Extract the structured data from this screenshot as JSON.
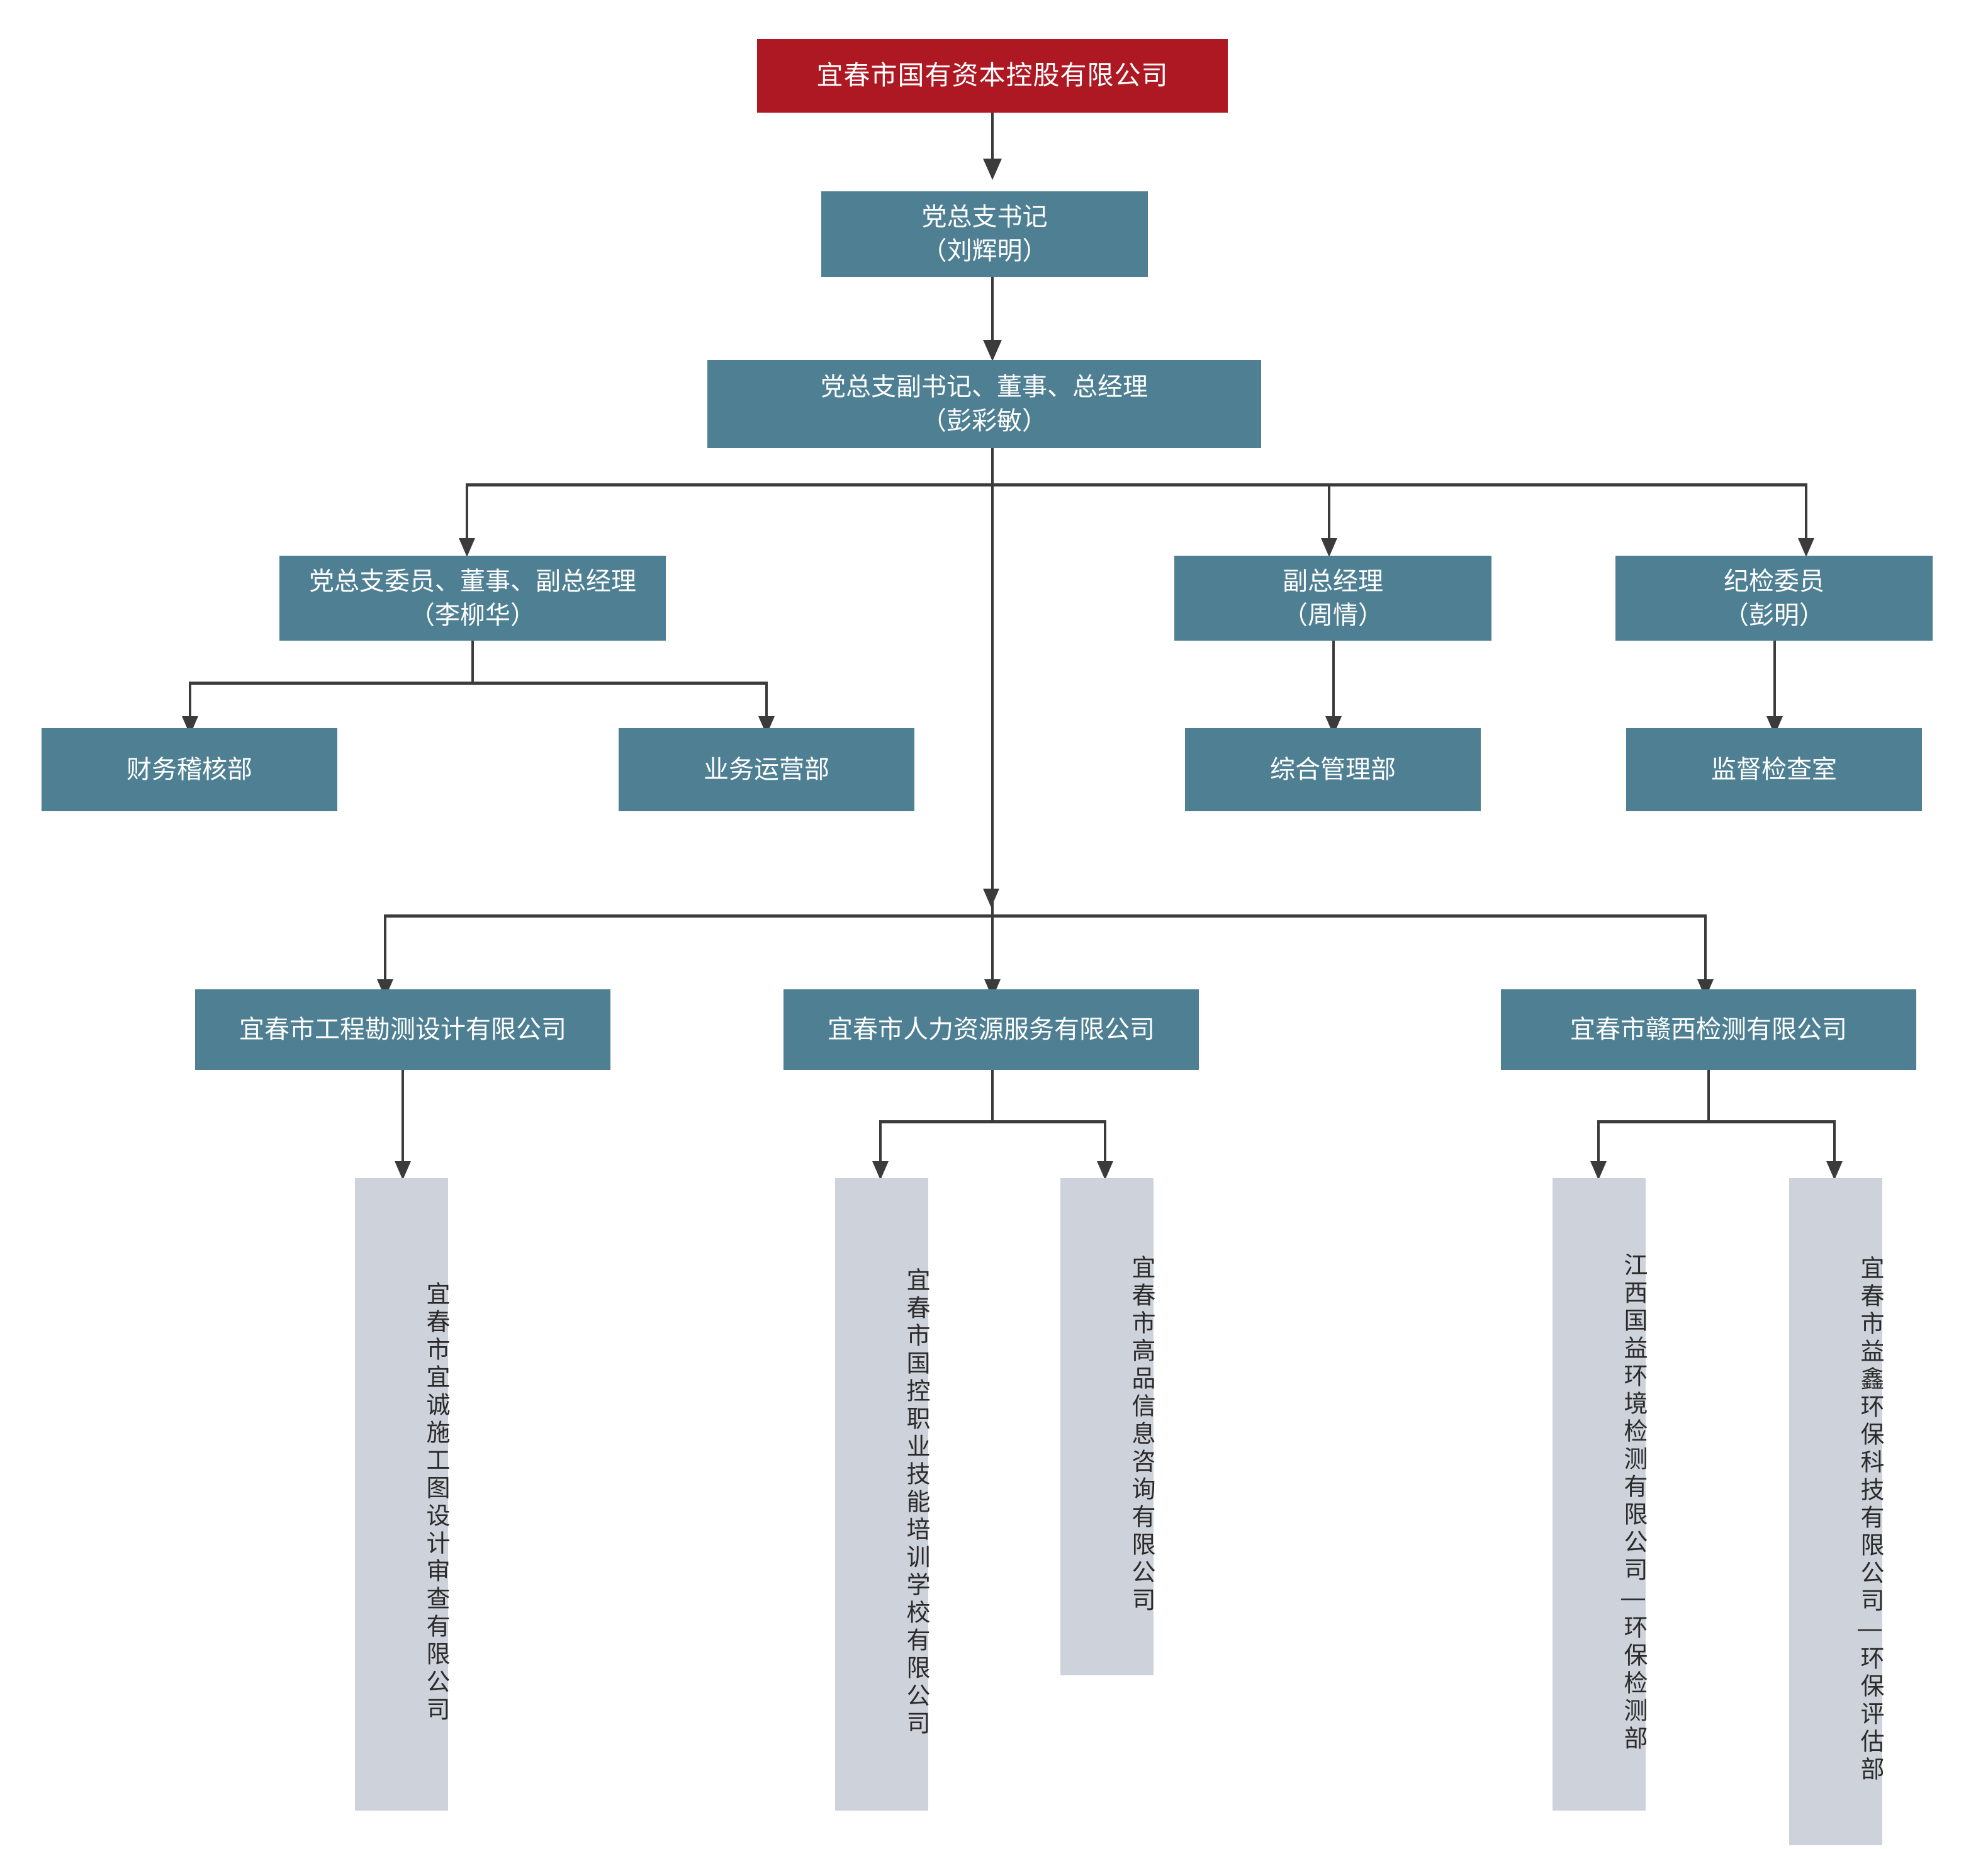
{
  "colors": {
    "root_fill": "#ae1823",
    "node_fill": "#4e7f93",
    "leaf_fill": "#ced3db",
    "connector": "#3b3b3b",
    "node_text": "#ffffff",
    "leaf_text": "#2b2b2b",
    "background": "#ffffff"
  },
  "org": {
    "root": {
      "label": "宜春市国有资本控股有限公司"
    },
    "secretary": {
      "title": "党总支书记",
      "name": "（刘辉明）",
      "label": "党总支书记\n（刘辉明）"
    },
    "general_manager": {
      "title": "党总支副书记、董事、总经理",
      "name": "（彭彩敏）",
      "label": "党总支副书记、董事、总经理\n（彭彩敏）"
    },
    "executives": [
      {
        "title": "党总支委员、董事、副总经理",
        "name": "（李柳华）",
        "label": "党总支委员、董事、副总经理\n（李柳华）"
      },
      {
        "title": "副总经理",
        "name": "（周情）",
        "label": "副总经理\n（周情）"
      },
      {
        "title": "纪检委员",
        "name": "（彭明）",
        "label": "纪检委员\n（彭明）"
      }
    ],
    "departments": [
      {
        "label": "财务稽核部"
      },
      {
        "label": "业务运营部"
      },
      {
        "label": "综合管理部"
      },
      {
        "label": "监督检查室"
      }
    ],
    "subsidiaries": [
      {
        "label": "宜春市工程勘测设计有限公司"
      },
      {
        "label": "宜春市人力资源服务有限公司"
      },
      {
        "label": "宜春市赣西检测有限公司"
      }
    ],
    "sub_subsidiaries": [
      {
        "label": "宜春市宜诚施工图设计审查有限公司"
      },
      {
        "label": "宜春市国控职业技能培训学校有限公司"
      },
      {
        "label": "宜春市高品信息咨询有限公司"
      },
      {
        "label": "江西国益环境检测有限公司—环保检测部"
      },
      {
        "label": "宜春市益鑫环保科技有限公司—环保评估部"
      }
    ]
  }
}
